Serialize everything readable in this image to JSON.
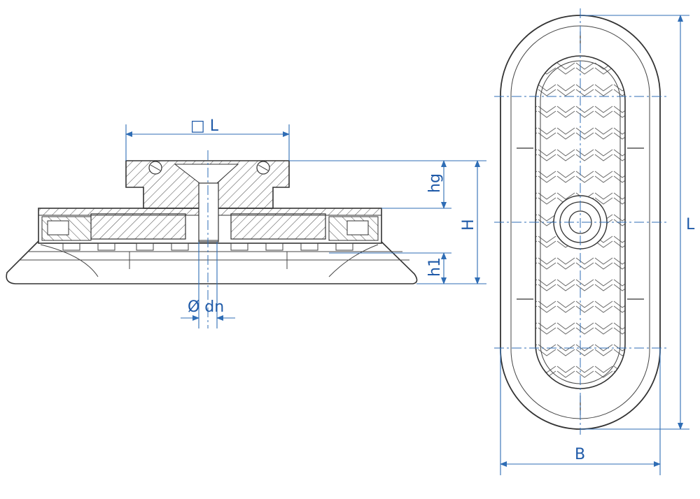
{
  "labels": {
    "square_l": "□ L",
    "hg": "hg",
    "H": "H",
    "h1": "h1",
    "diameter_dn": "Ø dn",
    "L": "L",
    "B": "B"
  },
  "colors": {
    "dimension": "#1f5aa8",
    "outline": "#333333",
    "hatch": "#555555"
  }
}
